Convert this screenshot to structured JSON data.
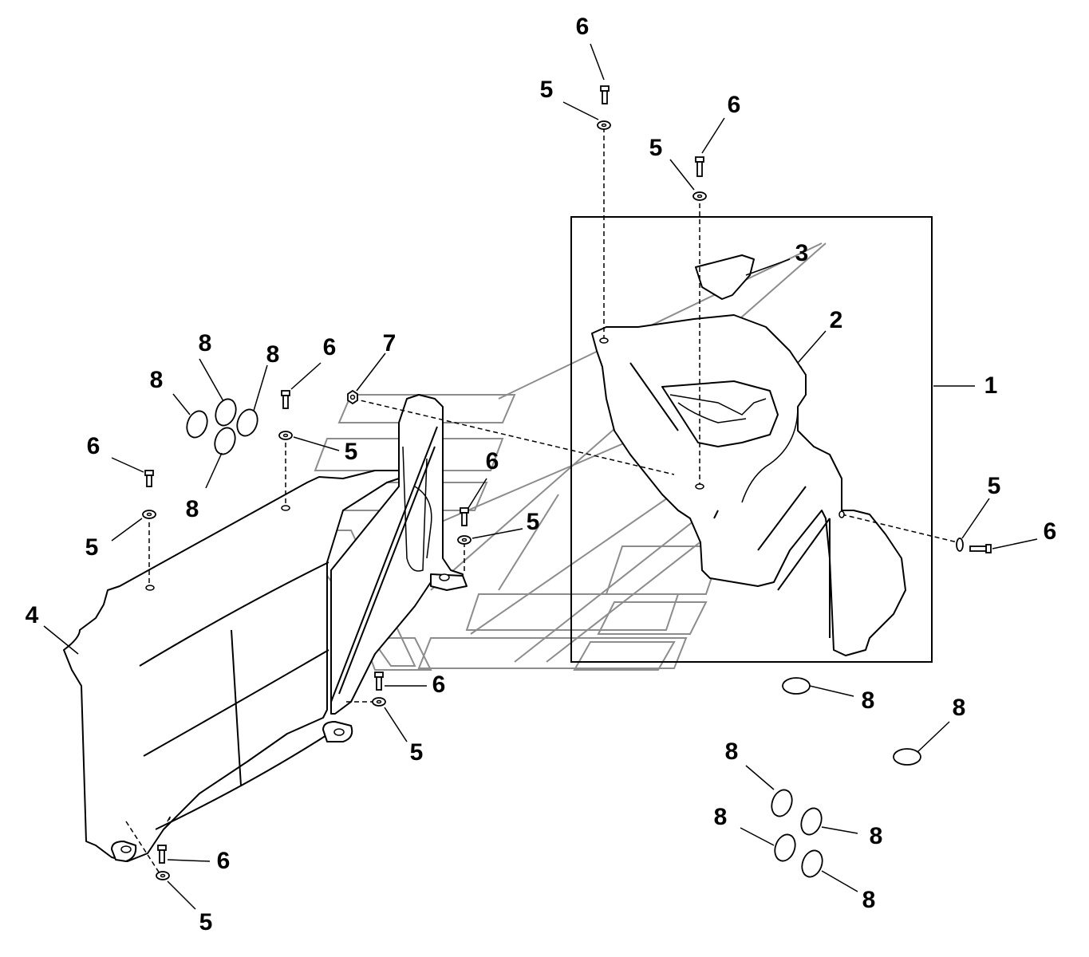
{
  "diagram": {
    "callouts": [
      {
        "id": "c1",
        "text": "1"
      },
      {
        "id": "c2",
        "text": "2"
      },
      {
        "id": "c3",
        "text": "3"
      },
      {
        "id": "c4",
        "text": "4"
      },
      {
        "id": "c5a",
        "text": "5"
      },
      {
        "id": "c5b",
        "text": "5"
      },
      {
        "id": "c5c",
        "text": "5"
      },
      {
        "id": "c5d",
        "text": "5"
      },
      {
        "id": "c5e",
        "text": "5"
      },
      {
        "id": "c5f",
        "text": "5"
      },
      {
        "id": "c5g",
        "text": "5"
      },
      {
        "id": "c5h",
        "text": "5"
      },
      {
        "id": "c6a",
        "text": "6"
      },
      {
        "id": "c6b",
        "text": "6"
      },
      {
        "id": "c6c",
        "text": "6"
      },
      {
        "id": "c6d",
        "text": "6"
      },
      {
        "id": "c6e",
        "text": "6"
      },
      {
        "id": "c6f",
        "text": "6"
      },
      {
        "id": "c6g",
        "text": "6"
      },
      {
        "id": "c6h",
        "text": "6"
      },
      {
        "id": "c7",
        "text": "7"
      },
      {
        "id": "c8a",
        "text": "8"
      },
      {
        "id": "c8b",
        "text": "8"
      },
      {
        "id": "c8c",
        "text": "8"
      },
      {
        "id": "c8d",
        "text": "8"
      },
      {
        "id": "c8e",
        "text": "8"
      },
      {
        "id": "c8f",
        "text": "8"
      },
      {
        "id": "c8g",
        "text": "8"
      },
      {
        "id": "c8h",
        "text": "8"
      },
      {
        "id": "c8i",
        "text": "8"
      },
      {
        "id": "c8j",
        "text": "8"
      }
    ]
  }
}
